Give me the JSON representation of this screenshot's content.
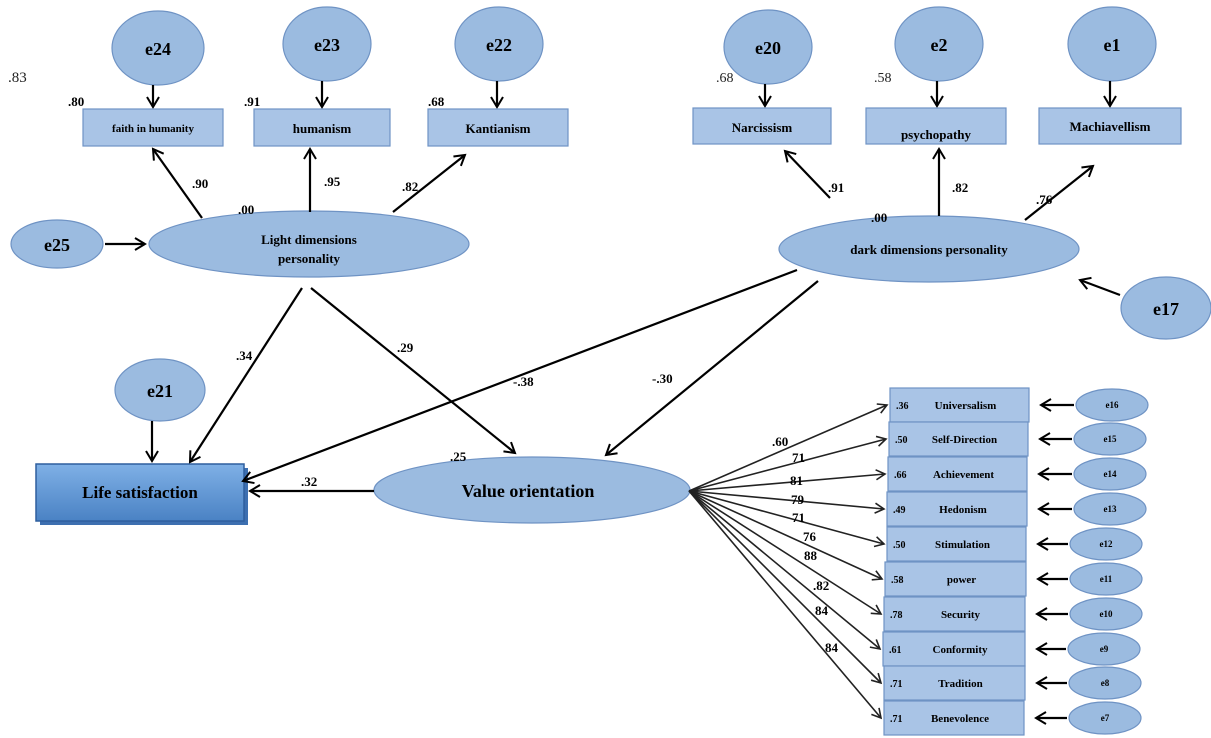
{
  "colors": {
    "node_fill": "#9bbbe0",
    "node_stroke": "#6f93c4",
    "box_fill": "#a9c4e6",
    "life_box": "#5f95d2"
  },
  "corner_value": ".83",
  "light": {
    "latent": {
      "line1": "Light dimensions",
      "line2": "personality",
      "r2": ".00"
    },
    "error": "e25",
    "indicators": [
      {
        "label": "faith in humanity",
        "error": "e24",
        "r2": ".80",
        "loading": ".90"
      },
      {
        "label": "humanism",
        "error": "e23",
        "r2": ".91",
        "loading": ".95"
      },
      {
        "label": "Kantianism",
        "error": "e22",
        "r2": ".68",
        "loading": ".82"
      }
    ]
  },
  "dark": {
    "latent": {
      "label": "dark dimensions personality",
      "r2": ".00"
    },
    "error": "e17",
    "indicators": [
      {
        "label": "Narcissism",
        "error": "e20",
        "r2": ".68",
        "loading": ".91"
      },
      {
        "label": "psychopathy",
        "error": "e2",
        "r2": ".58",
        "loading": ".82"
      },
      {
        "label": "Machiavellism",
        "error": "e1",
        "r2": "",
        "loading": ".76"
      }
    ]
  },
  "life": {
    "label": "Life satisfaction",
    "error": "e21"
  },
  "value": {
    "label": "Value orientation",
    "r2": ".25"
  },
  "paths": {
    "light_to_life": ".34",
    "light_to_value": ".29",
    "dark_to_life": "-.38",
    "dark_to_value": "-.30",
    "value_to_life": ".32"
  },
  "values": [
    {
      "label": "Universalism",
      "r2": ".36",
      "error": "e16",
      "loading": ".60"
    },
    {
      "label": "Self-Direction",
      "r2": ".50",
      "error": "e15",
      "loading": "71"
    },
    {
      "label": "Achievement",
      "r2": ".66",
      "error": "e14",
      "loading": "81"
    },
    {
      "label": "Hedonism",
      "r2": ".49",
      "error": "e13",
      "loading": "79"
    },
    {
      "label": "Stimulation",
      "r2": ".50",
      "error": "e12",
      "loading": "71"
    },
    {
      "label": "power",
      "r2": ".58",
      "error": "e11",
      "loading": "76"
    },
    {
      "label": "Security",
      "r2": ".78",
      "error": "e10",
      "loading": "88"
    },
    {
      "label": "Conformity",
      "r2": ".61",
      "error": "e9",
      "loading": ".82"
    },
    {
      "label": "Tradition",
      "r2": ".71",
      "error": "e8",
      "loading": "84"
    },
    {
      "label": "Benevolence",
      "r2": ".71",
      "error": "e7",
      "loading": "84"
    }
  ]
}
